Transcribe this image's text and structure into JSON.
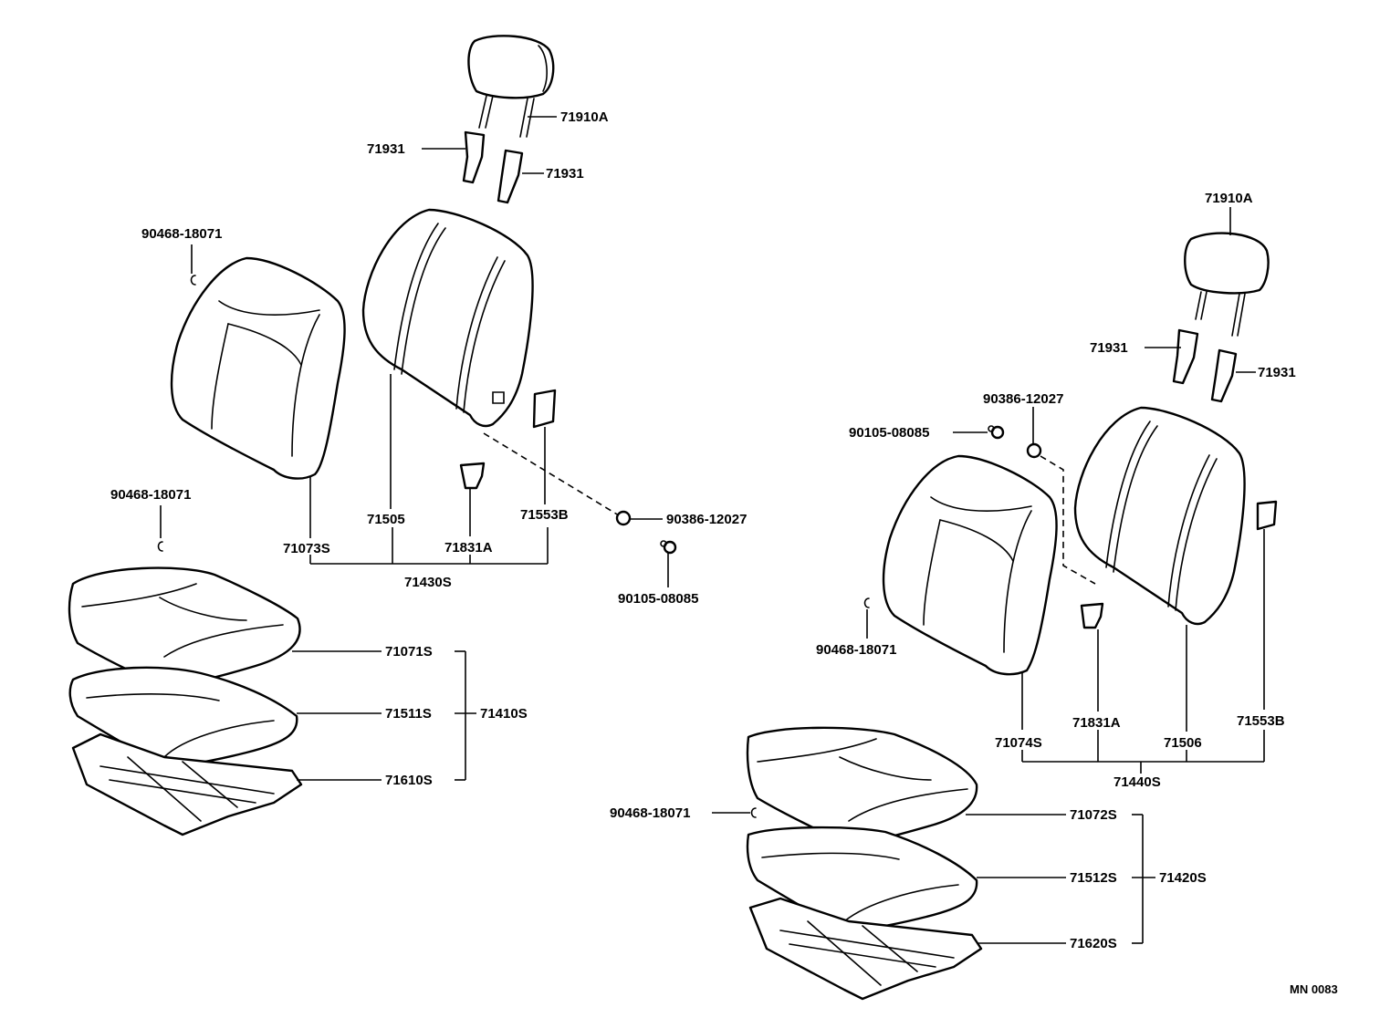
{
  "diagram_id": "MN 0083",
  "left_seat": {
    "headrest": "71910A",
    "headrest_guide_left": "71931",
    "headrest_guide_right": "71931",
    "clip_back": "90468-18071",
    "clip_cushion": "90468-18071",
    "back_cover": "71073S",
    "back_frame": "71505",
    "back_cover_lower": "71831A",
    "back_side_cover": "71553B",
    "nut": "90386-12027",
    "bolt": "90105-08085",
    "back_assembly": "71430S",
    "cushion_cover": "71071S",
    "cushion_pad": "71511S",
    "cushion_assembly": "71410S",
    "cushion_frame": "71610S"
  },
  "right_seat": {
    "headrest": "71910A",
    "headrest_guide_left": "71931",
    "headrest_guide_right": "71931",
    "nut": "90386-12027",
    "bolt": "90105-08085",
    "clip_back": "90468-18071",
    "clip_cushion": "90468-18071",
    "back_cover": "71074S",
    "back_cover_lower": "71831A",
    "back_frame": "71506",
    "back_side_cover": "71553B",
    "back_assembly": "71440S",
    "cushion_cover": "71072S",
    "cushion_pad": "71512S",
    "cushion_assembly": "71420S",
    "cushion_frame": "71620S"
  }
}
